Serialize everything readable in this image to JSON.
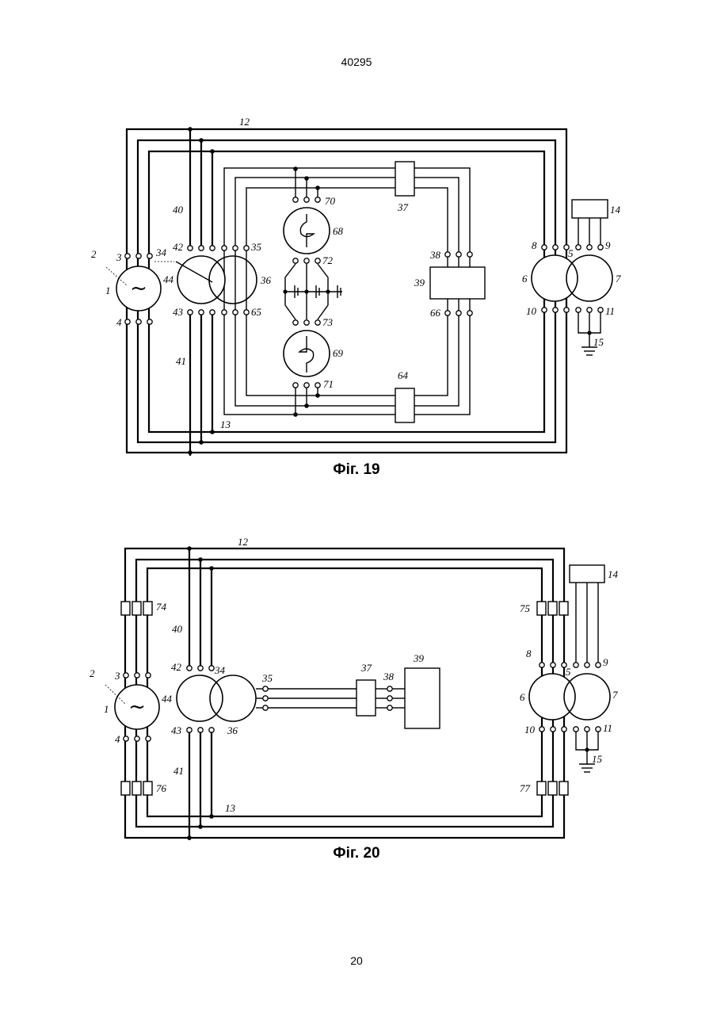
{
  "header": {
    "doc_number": "40295"
  },
  "footer": {
    "page_number": "20"
  },
  "fig19": {
    "caption": "Фіг. 19",
    "labels": {
      "l12": "12",
      "l13": "13",
      "l40": "40",
      "l41": "41",
      "l42": "42",
      "l43": "43",
      "l44": "44",
      "l34": "34",
      "l35": "35",
      "l36": "36",
      "l65": "65",
      "l1": "1",
      "l2": "2",
      "l3": "3",
      "l4": "4",
      "l68": "68",
      "l69": "69",
      "l70": "70",
      "l71": "71",
      "l72": "72",
      "l73": "73",
      "l37": "37",
      "l64": "64",
      "l38": "38",
      "l39": "39",
      "l66": "66",
      "l8": "8",
      "l5": "5",
      "l9": "9",
      "l6": "6",
      "l7": "7",
      "l10": "10",
      "l11": "11",
      "l14": "14",
      "l15": "15"
    }
  },
  "fig20": {
    "caption": "Фіг. 20",
    "labels": {
      "l12": "12",
      "l13": "13",
      "l40": "40",
      "l41": "41",
      "l42": "42",
      "l43": "43",
      "l44": "44",
      "l34": "34",
      "l35": "35",
      "l36": "36",
      "l1": "1",
      "l2": "2",
      "l3": "3",
      "l4": "4",
      "l74": "74",
      "l76": "76",
      "l37": "37",
      "l38": "38",
      "l39": "39",
      "l75": "75",
      "l77": "77",
      "l8": "8",
      "l5": "5",
      "l9": "9",
      "l6": "6",
      "l7": "7",
      "l10": "10",
      "l11": "11",
      "l14": "14",
      "l15": "15"
    }
  }
}
